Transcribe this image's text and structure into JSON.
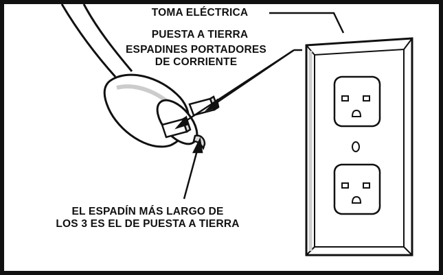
{
  "labels": {
    "outlet_line": "TOMA ELÉCTRICA",
    "grounded_line": "PUESTA A TIERRA",
    "blades_line1": "ESPADINES PORTADORES",
    "blades_line2": "DE CORRIENTE",
    "longest_line1": "EL ESPADÍN MÁS LARGO DE",
    "longest_line2": "LOS 3 ES EL DE PUESTA A TIERRA"
  },
  "colors": {
    "ink": "#111111",
    "fill": "#ffffff",
    "shade": "#d9d9d9"
  }
}
